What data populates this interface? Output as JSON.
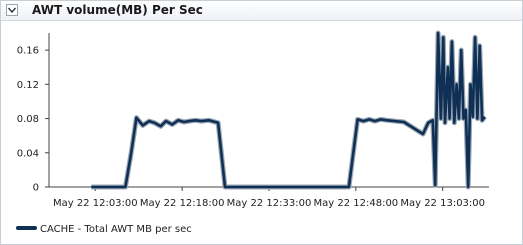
{
  "panel": {
    "title": "AWT volume(MB) Per Sec"
  },
  "chart_data": {
    "type": "line",
    "ylim": [
      0,
      0.18
    ],
    "y_ticks": [
      "0",
      "0.04",
      "0.08",
      "0.12",
      "0.16"
    ],
    "y_tick_values": [
      0,
      0.04,
      0.08,
      0.12,
      0.16
    ],
    "x_ticks": [
      "May 22 12:03:00",
      "May 22 12:18:00",
      "May 22 12:33:00",
      "May 22 12:48:00",
      "May 22 13:03:00"
    ],
    "x_tick_minutes": [
      723,
      738,
      753,
      768,
      783
    ],
    "xlim_minutes": [
      715,
      791
    ],
    "grid": false,
    "legend_position": "bottom-left",
    "series_color": "#0f2f55",
    "series": [
      {
        "name": "CACHE - Total AWT MB per sec",
        "x_minutes": [
          722.3,
          728.2,
          729.2,
          730.1,
          731.2,
          732.3,
          733.2,
          734.3,
          735.2,
          736.3,
          737.3,
          738.3,
          739.2,
          740.3,
          741.3,
          742.6,
          744.2,
          745.4,
          766.8,
          768.3,
          769.3,
          770.3,
          771.3,
          772.3,
          773.4,
          776.3,
          779.6,
          780.5,
          781.3,
          781.7,
          782.2,
          782.7,
          783.1,
          783.4,
          783.9,
          784.2,
          784.6,
          785.0,
          785.4,
          785.8,
          786.2,
          786.6,
          787.0,
          787.4,
          787.8,
          788.2,
          788.6,
          789.0,
          789.4,
          789.8,
          790.3
        ],
        "values": [
          0,
          0,
          0.04,
          0.081,
          0.072,
          0.077,
          0.075,
          0.071,
          0.077,
          0.073,
          0.078,
          0.076,
          0.077,
          0.078,
          0.077,
          0.078,
          0.075,
          0,
          0,
          0.079,
          0.077,
          0.079,
          0.077,
          0.079,
          0.078,
          0.076,
          0.062,
          0.075,
          0.078,
          0.002,
          0.18,
          0.08,
          0.175,
          0.075,
          0.14,
          0.08,
          0.17,
          0.075,
          0.12,
          0.08,
          0.16,
          0.08,
          0.09,
          0,
          0.12,
          0.082,
          0.175,
          0.08,
          0.165,
          0.078,
          0.082
        ]
      }
    ]
  }
}
